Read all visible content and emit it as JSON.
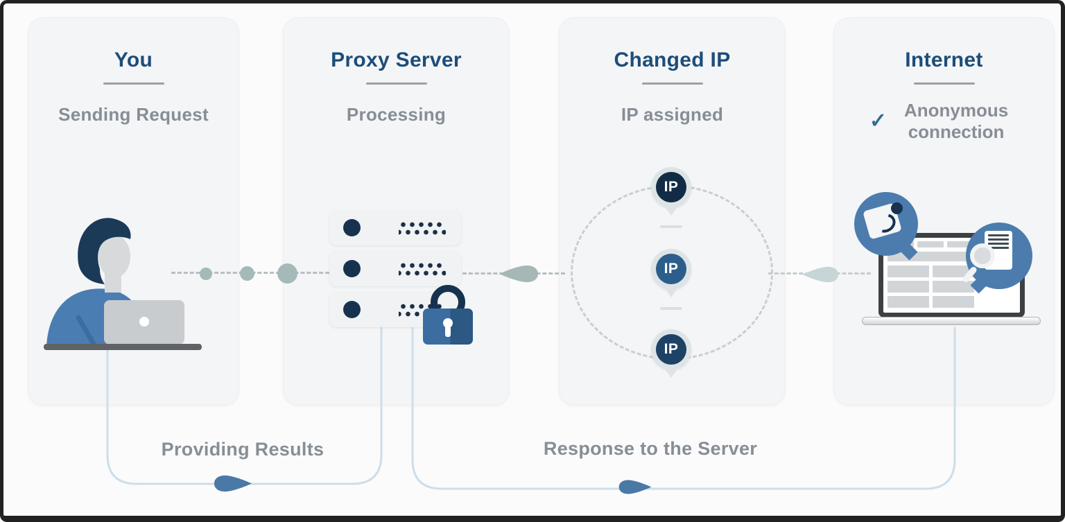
{
  "diagram": {
    "panels": [
      {
        "title": "You",
        "subtitle": "Sending Request"
      },
      {
        "title": "Proxy Server",
        "subtitle": "Processing"
      },
      {
        "title": "Changed IP",
        "subtitle": "IP assigned"
      },
      {
        "title": "Internet",
        "subtitle": "Anonymous connection"
      }
    ],
    "check_glyph": "✓",
    "ip_label": "IP",
    "flow_labels": {
      "providing_results": "Providing Results",
      "response_to_server": "Response to the Server"
    },
    "colors": {
      "heading_navy": "#1d4d7a",
      "body_gray": "#878e95",
      "panel_bg": "#f4f5f7",
      "flow_line_blue": "#cddee9",
      "arrow_steel_blue": "#4a79a6",
      "connector_teal": "#a3bab8",
      "check_blue": "#2f6e95",
      "dark_navy": "#16324e",
      "lock_blue": "#3b6da0",
      "bubble_blue": "#4b7cad"
    }
  }
}
